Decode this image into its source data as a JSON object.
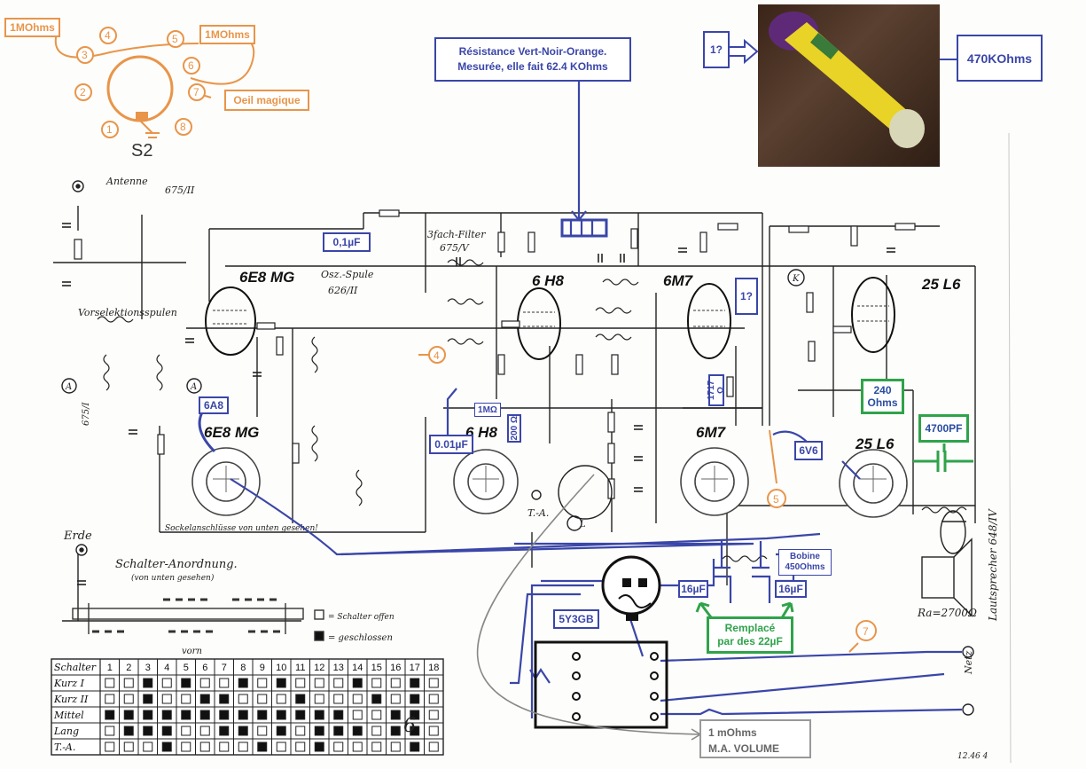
{
  "annotations": {
    "resistor_note": "Résistance Vert-Noir-Orange. Mesurée, elle fait 62.4 KOhms",
    "photo_question": "1?",
    "photo_value": "470KOhms",
    "eye_left_res": "1MOhms",
    "eye_right_res": "1MOhms",
    "eye_label": "Oeil magique",
    "socket_label": "S2",
    "cap_01": "0,1µF",
    "question_mid": "1?",
    "tube_6A8": "6A8",
    "cap_001": "0.01µF",
    "res_1m": "1MΩ",
    "res_200": "200 Ω",
    "res_1717": "1717 Ω",
    "res_240_line1": "240",
    "res_240_line2": "Ohms",
    "cap_4700": "4700PF",
    "tube_6V6": "6V6",
    "coil_line1": "Bobine",
    "coil_line2": "450Ohms",
    "cap_16a": "16µF",
    "cap_16b": "16µF",
    "replaced_line1": "Remplacé",
    "replaced_line2": "par des 22µF",
    "rect_tube": "5Y3GB",
    "volume_line1": "1 mOhms",
    "volume_line2": "M.A. VOLUME",
    "marker_4": "4",
    "marker_5": "5",
    "marker_7": "7"
  },
  "eye_pins": [
    "1",
    "2",
    "3",
    "4",
    "5",
    "6",
    "7",
    "8"
  ],
  "schematic": {
    "antenne": "Antenne",
    "coil_ref": "675/II",
    "osz_spule": "Osz.-Spule",
    "osz_ref": "626/II",
    "vorselektion": "Vorselektionsspulen",
    "filter": "3fach-Filter",
    "filter_ref": "675/V",
    "tubes_top": [
      "6E8 MG",
      "6 H8",
      "6M7",
      "25 L6"
    ],
    "tubes_bottom": [
      "6E8 MG",
      "6 H8",
      "6M7",
      "25 L6"
    ],
    "sockel": "Sockelanschlüsse von unten gesehen!",
    "erde": "Erde",
    "schalter_anordnung": "Schalter-Anordnung.",
    "von_unten": "(von unten gesehen)",
    "offen": "= Schalter offen",
    "geschlossen": "= geschlossen",
    "vorn": "vorn",
    "lautsprecher": "Lautsprecher 648/IV",
    "ra": "Ra=2700Ω",
    "netz": "Netz",
    "page_num": "6",
    "ta": "T.-A.",
    "L": "L",
    "A": "A",
    "K": "K",
    "coil_bottom_ref": "675/I",
    "footer": "12.46 4"
  },
  "switch_table": {
    "header": "Schalter",
    "columns": [
      "1",
      "2",
      "3",
      "4",
      "5",
      "6",
      "7",
      "8",
      "9",
      "10",
      "11",
      "12",
      "13",
      "14",
      "15",
      "16",
      "17",
      "18"
    ],
    "rows": [
      {
        "label": "Kurz I",
        "closed": [
          3,
          5,
          8,
          10,
          14,
          17
        ]
      },
      {
        "label": "Kurz II",
        "closed": [
          3,
          6,
          7,
          11,
          15,
          17
        ]
      },
      {
        "label": "Mittel",
        "closed": [
          1,
          2,
          3,
          4,
          5,
          6,
          7,
          8,
          9,
          10,
          11,
          12,
          13,
          16,
          17
        ]
      },
      {
        "label": "Lang",
        "closed": [
          2,
          3,
          4,
          7,
          8,
          10,
          12,
          13,
          14,
          16,
          17
        ]
      },
      {
        "label": "T.-A.",
        "closed": [
          4,
          9,
          12,
          17
        ]
      }
    ]
  },
  "colors": {
    "blue": "#3a46a8",
    "green": "#2fa34a",
    "orange": "#e8954a",
    "gray": "#999999"
  }
}
